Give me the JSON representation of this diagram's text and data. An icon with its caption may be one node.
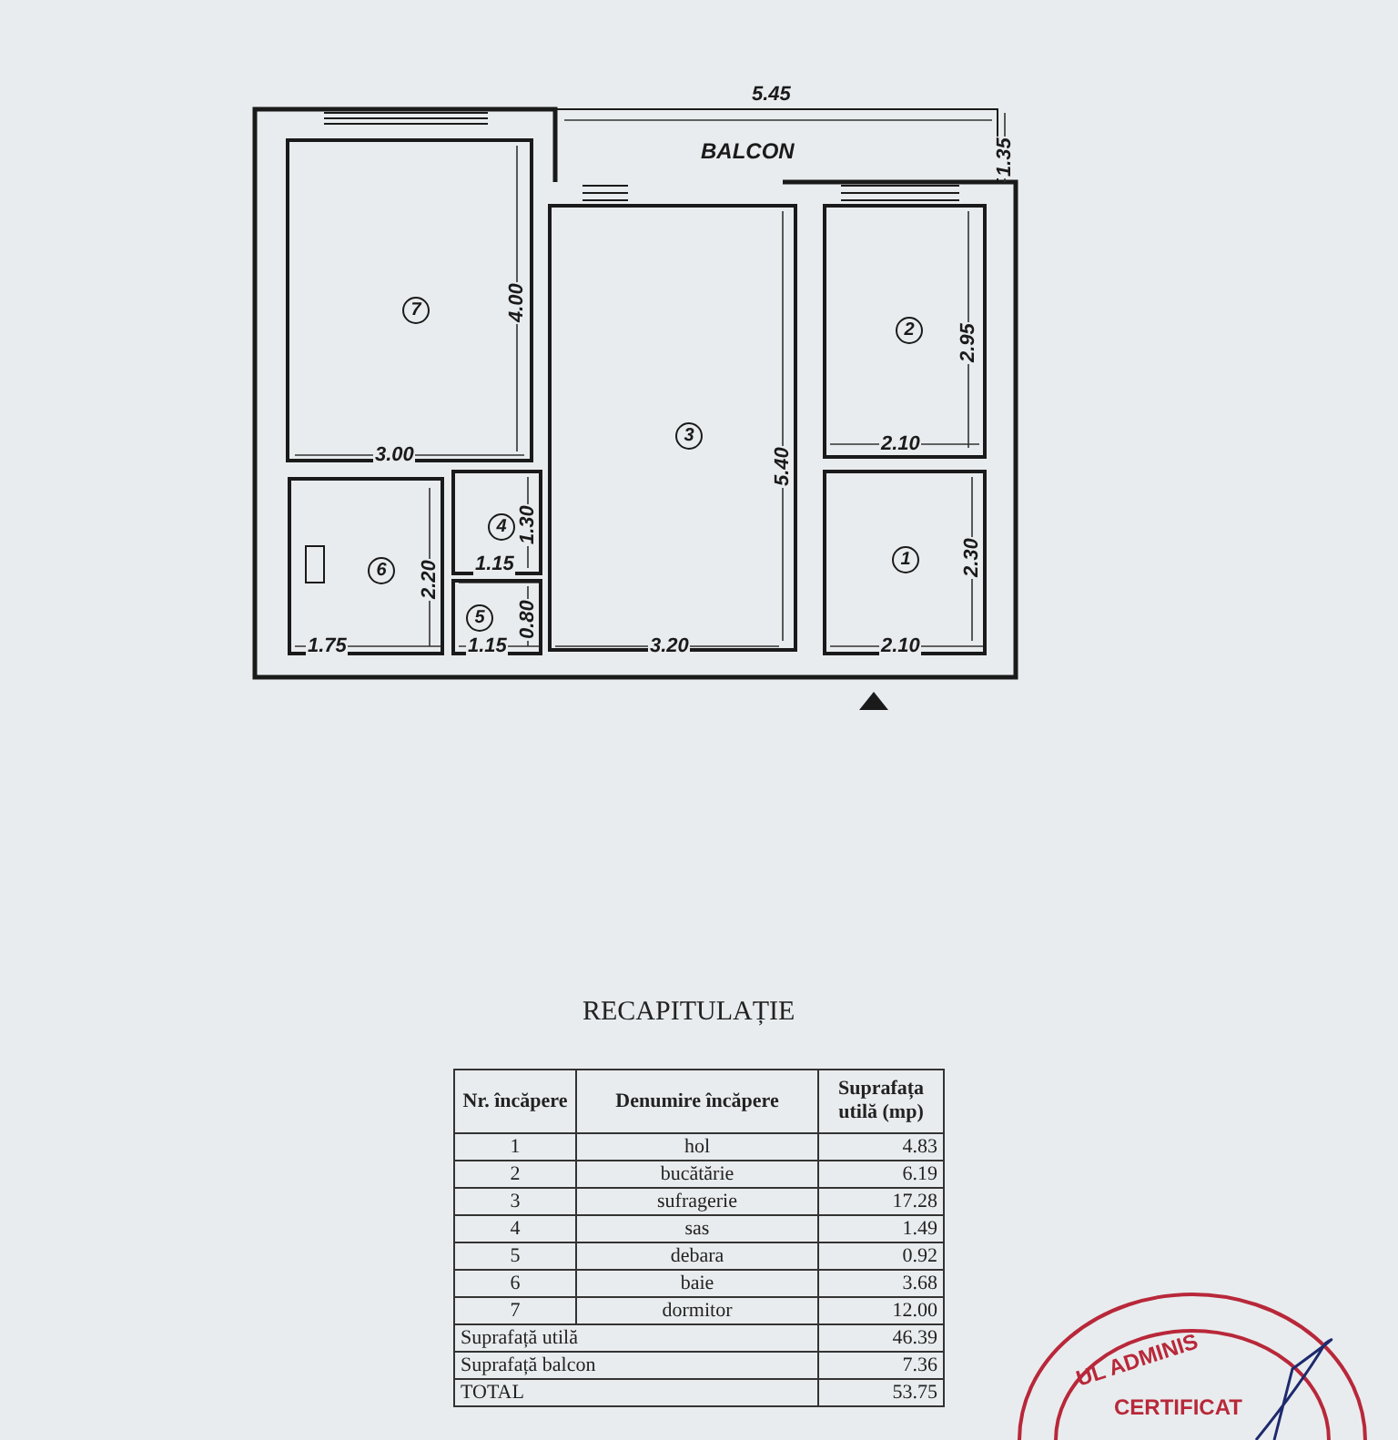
{
  "diagram": {
    "title": "RECAPITULAȚIE",
    "nodes": [
      {
        "text": [
          "BALCON"
        ]
      },
      {
        "text": [
          "7"
        ]
      },
      {
        "text": [
          "3"
        ]
      },
      {
        "text": [
          "2"
        ]
      },
      {
        "text": [
          "6"
        ]
      },
      {
        "text": [
          "4"
        ]
      },
      {
        "text": [
          "1"
        ]
      },
      {
        "text": [
          "5"
        ]
      }
    ],
    "edges": [],
    "labels": [
      "5.45",
      "1.35",
      "4.00",
      "2.95",
      "3.00",
      "5.40",
      "2.10",
      "1.30",
      "2.20",
      "1.15",
      "2.30",
      "0.80",
      "1.75",
      "1.15",
      "3.20",
      "2.10",
      "Nr. încăpere",
      "Denumire încăpere",
      "Suprafața utilă (mp)",
      "1",
      "hol",
      "4.83",
      "2",
      "bucătărie",
      "6.19",
      "3",
      "sufragerie",
      "17.28",
      "4",
      "sas",
      "1.49",
      "5",
      "debara",
      "0.92",
      "6",
      "baie",
      "3.68",
      "7",
      "dormitor",
      "12.00",
      "Suprafață utilă",
      "46.39",
      "Suprafață balcon",
      "7.36",
      "TOTAL",
      "53.75",
      "UL ADMINIS",
      "CERTIFICAT"
    ]
  }
}
